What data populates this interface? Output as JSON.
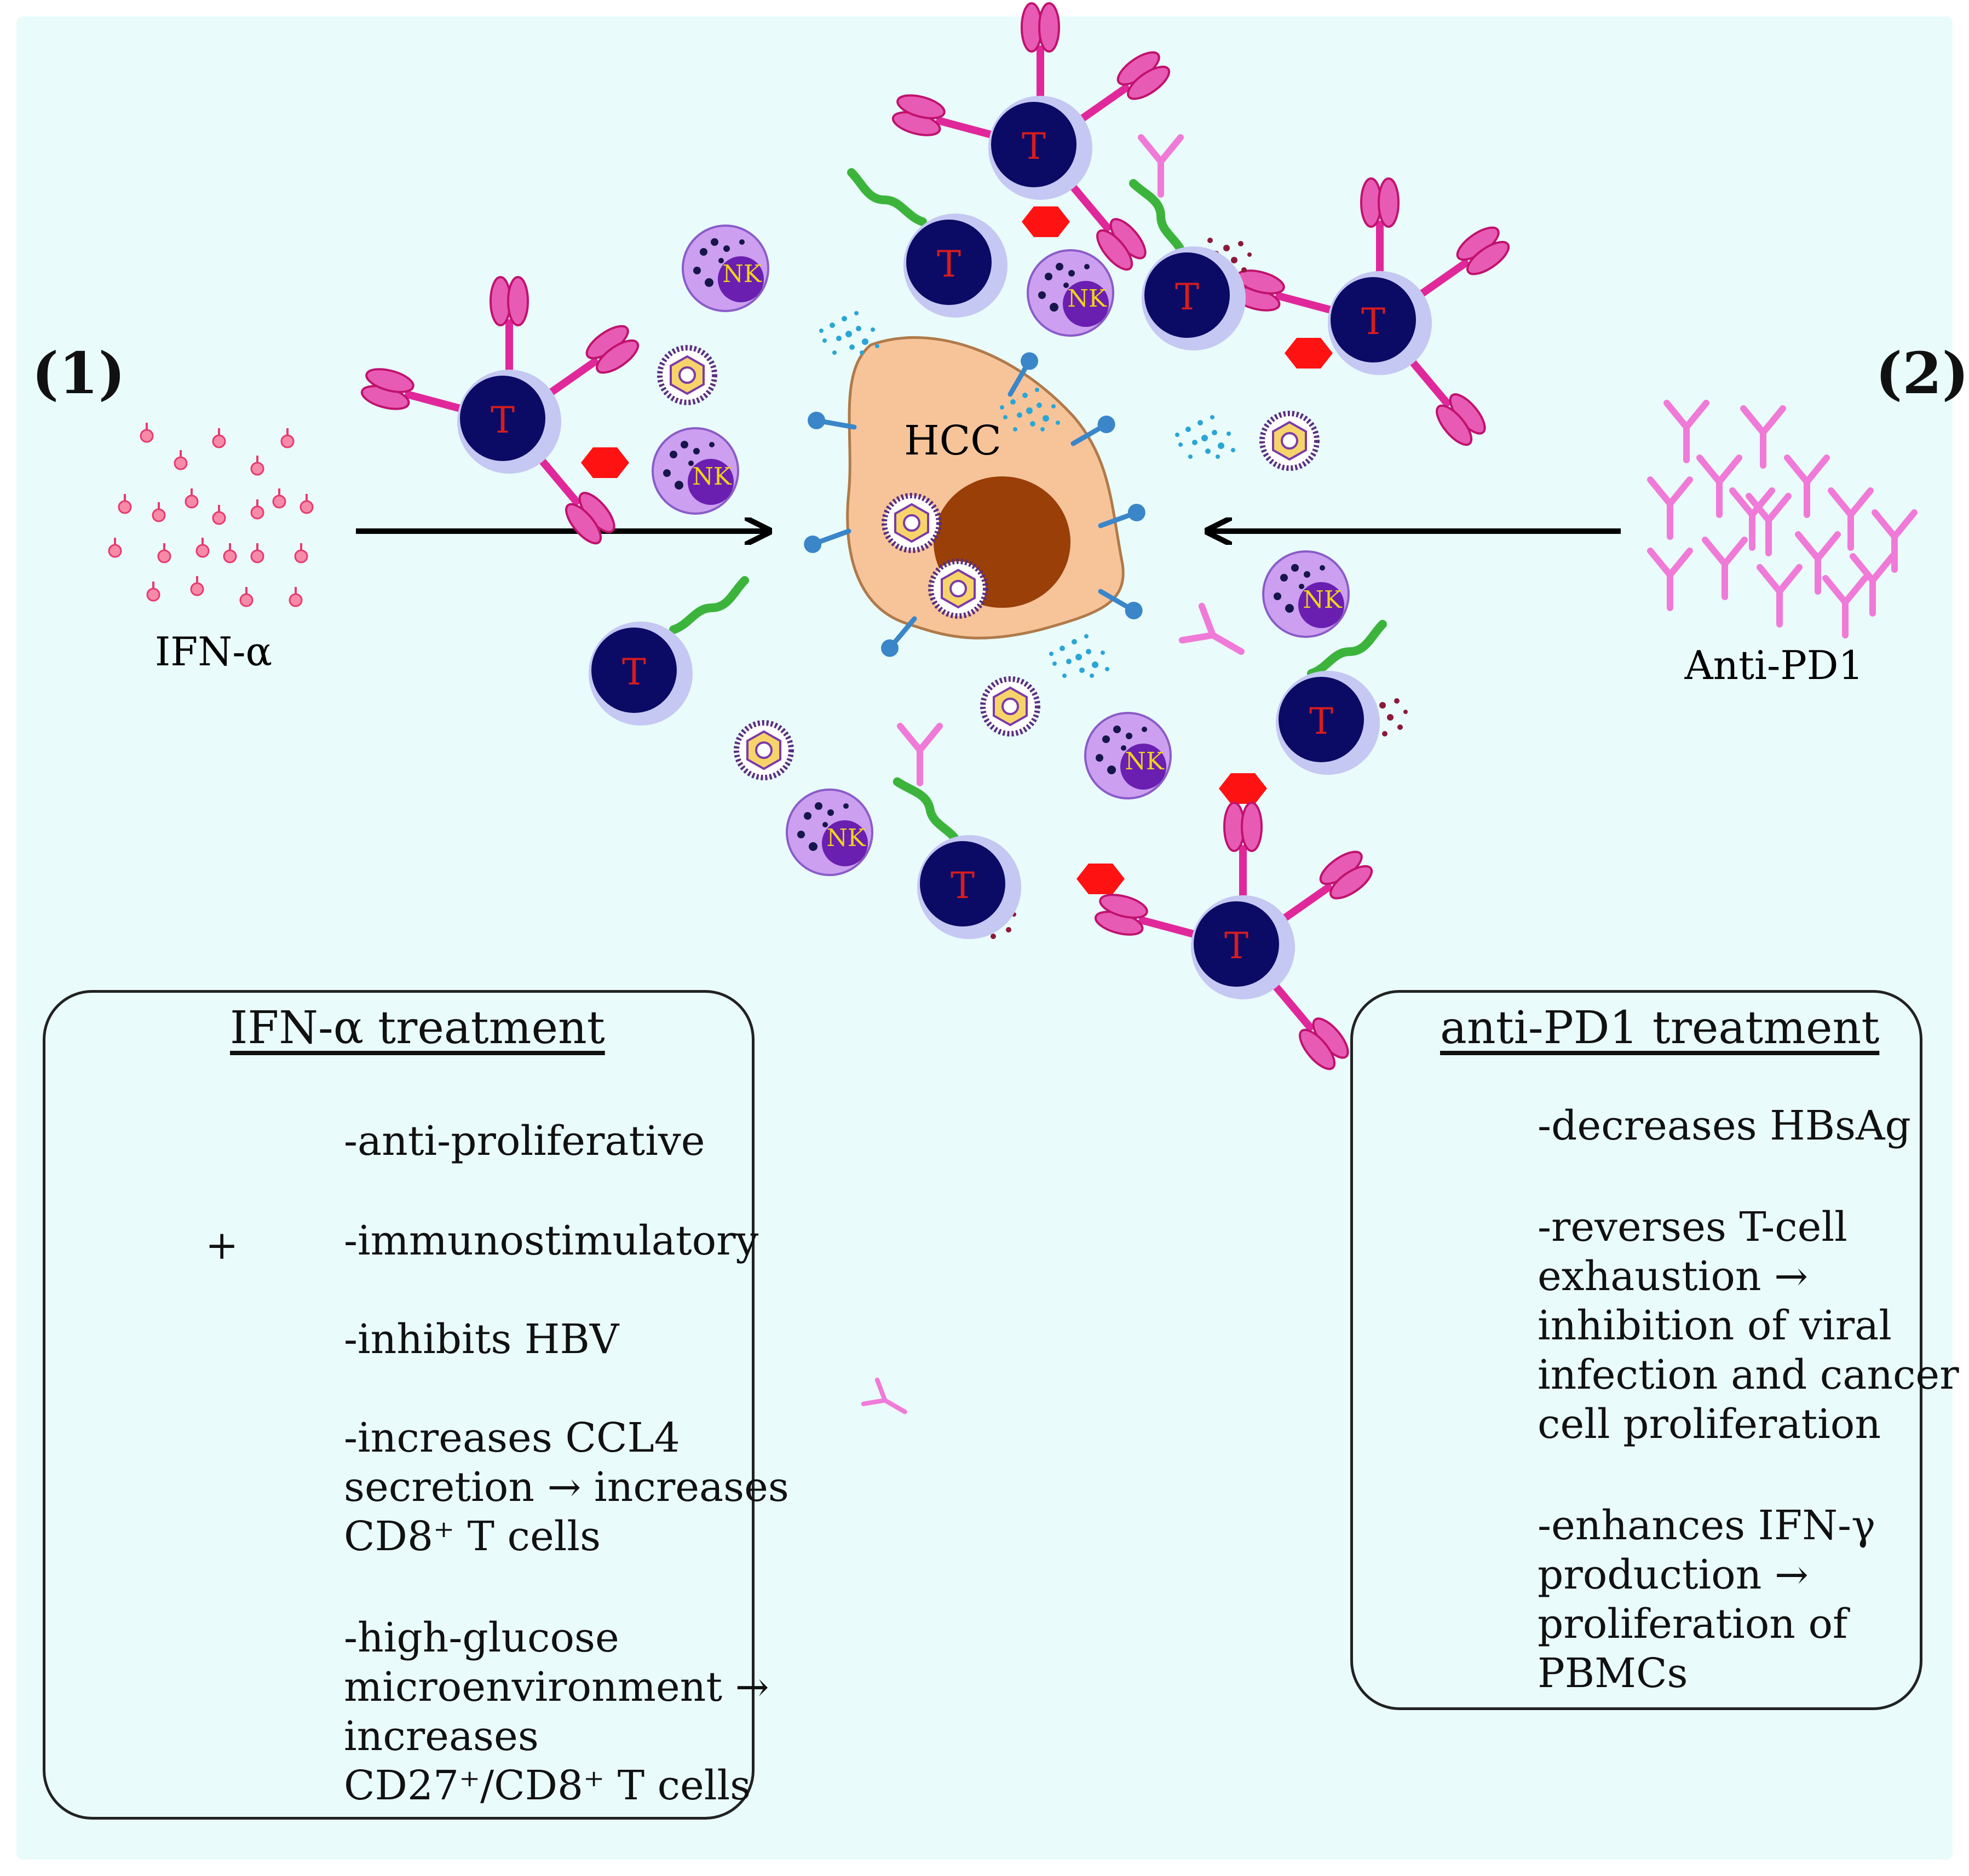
{
  "labels": {
    "panel_1": "(1)",
    "panel_2": "(2)",
    "ifn_alpha": "IFN-α",
    "anti_pd1": "Anti-PD1",
    "hcc": "HCC",
    "t_cell": "T",
    "nk_cell": "NK"
  },
  "ifn_box": {
    "title": "IFN-α treatment",
    "items": [
      {
        "text": "-anti-proliferative"
      },
      {
        "text": "-immunostimulatory"
      },
      {
        "text": "-inhibits HBV"
      },
      {
        "line1": "-increases CCL4",
        "line2": "secretion → increases",
        "line3": "CD8⁺ T cells"
      },
      {
        "line1": "-high-glucose",
        "line2": "microenvironment →",
        "line3": "increases",
        "line4": "CD27⁺/CD8⁺ T cells"
      }
    ],
    "plus": "+"
  },
  "pd1_box": {
    "title": "anti-PD1 treatment",
    "items": [
      {
        "text": "-decreases HBsAg"
      },
      {
        "line1": "-reverses T-cell",
        "line2": "exhaustion →",
        "line3": "inhibition of viral",
        "line4": "infection and cancer",
        "line5": "cell proliferation"
      },
      {
        "line1": "-enhances IFN-γ",
        "line2": "production →",
        "line3": "proliferation of",
        "line4": "PBMCs"
      }
    ]
  },
  "colors": {
    "background": "#e9fbfb",
    "t_cell_core": "#0b0b66",
    "t_cell_halo": "#c5c8f2",
    "t_label": "#d81c1c",
    "nk_body": "#cc9ff0",
    "nk_nucleus": "#6a1fb0",
    "nk_label": "#f2d21b",
    "hcc_cell": "#f7c49a",
    "hcc_nucleus": "#9a3f08",
    "glucose": "#ff1212",
    "ccl4": "#2aa6d6",
    "ifn_gamma": "#8b1a3a",
    "antibody": "#f07ad8",
    "pd1_green": "#3cb43c",
    "receptor": "#3a86c8",
    "receptor_pink": "#e0289a",
    "hbsag": "#6b2d8f"
  }
}
